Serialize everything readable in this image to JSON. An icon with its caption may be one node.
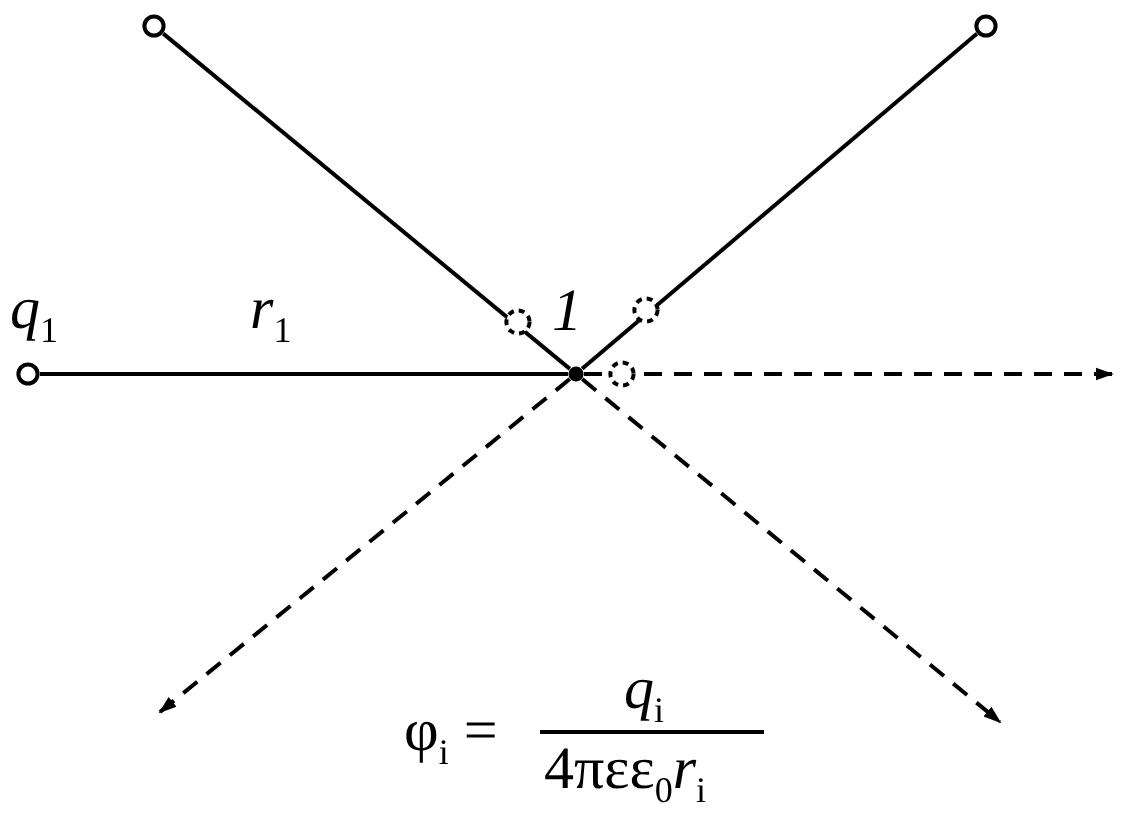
{
  "diagram": {
    "nodes": [
      {
        "text": [],
        "shape": "circle",
        "beside": [
          "*q*$_{1}$"
        ]
      },
      {
        "text": [],
        "shape": "circle"
      },
      {
        "text": [],
        "shape": "circle"
      },
      {
        "text": [],
        "shape": "circle"
      },
      {
        "text": [],
        "shape": "circle"
      },
      {
        "text": [],
        "shape": "circle"
      },
      {
        "text": [],
        "shape": "circle"
      }
    ],
    "edges": [
      {
        "from": 0,
        "to": 3,
        "arrow": "none",
        "label": "*r*$_{1}$"
      },
      {
        "from": 1,
        "to": 3,
        "arrow": "none"
      },
      {
        "from": 2,
        "to": 3,
        "arrow": "none"
      },
      {
        "from": 3,
        "to": null,
        "arrow": "to",
        "style": "dashed"
      },
      {
        "from": 3,
        "to": null,
        "arrow": "to",
        "style": "dashed"
      },
      {
        "from": 3,
        "to": null,
        "arrow": "to",
        "style": "dashed"
      }
    ],
    "labels": [
      "*1*",
      "φ$_{i}$ =",
      "*q*$_{i}$",
      "4πεε$_{0}$*r*$_{i}$"
    ]
  }
}
